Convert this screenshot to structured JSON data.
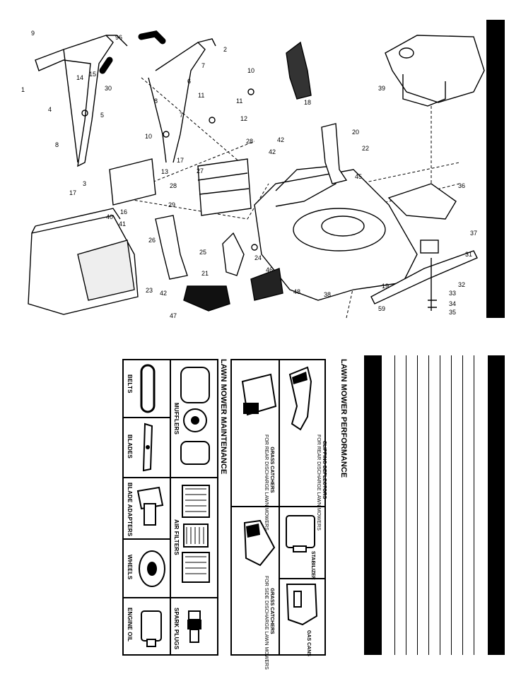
{
  "parts_diagram": {
    "part_numbers": [
      "1",
      "2",
      "3",
      "4",
      "5",
      "6",
      "7",
      "7",
      "8",
      "8",
      "9",
      "10",
      "10",
      "11",
      "11",
      "12",
      "13",
      "14",
      "15",
      "16",
      "17",
      "17",
      "18",
      "19",
      "20",
      "21",
      "22",
      "23",
      "24",
      "25",
      "26",
      "27",
      "28",
      "28",
      "29",
      "30",
      "31",
      "32",
      "33",
      "34",
      "35",
      "36",
      "37",
      "38",
      "39",
      "40",
      "41",
      "42",
      "42",
      "42",
      "45",
      "46",
      "47",
      "48",
      "59",
      "96"
    ]
  },
  "performance": {
    "heading": "LAWN MOWER PERFORMANCE",
    "items": [
      {
        "title": "CLIPPING DEFLECTORS",
        "sub": "FOR REAR DISCHARGE LAWN MOWERS"
      },
      {
        "title": "STABILIZER",
        "sub": ""
      },
      {
        "title": "GAS CANS",
        "sub": ""
      },
      {
        "title": "GRASS CATCHERS",
        "sub": "FOR REAR DISCHARGE LAWN MOWERS"
      },
      {
        "title": "GRASS CATCHERS",
        "sub": "FOR SIDE DISCHARGE LAWN MOWERS"
      }
    ]
  },
  "maintenance": {
    "heading": "LAWN MOWER MAINTENANCE",
    "items": [
      "MUFFLERS",
      "AIR FILTERS",
      "SPARK PLUGS",
      "BELTS",
      "BLADES",
      "BLADE ADAPTERS",
      "WHEELS",
      "ENGINE OIL"
    ]
  }
}
